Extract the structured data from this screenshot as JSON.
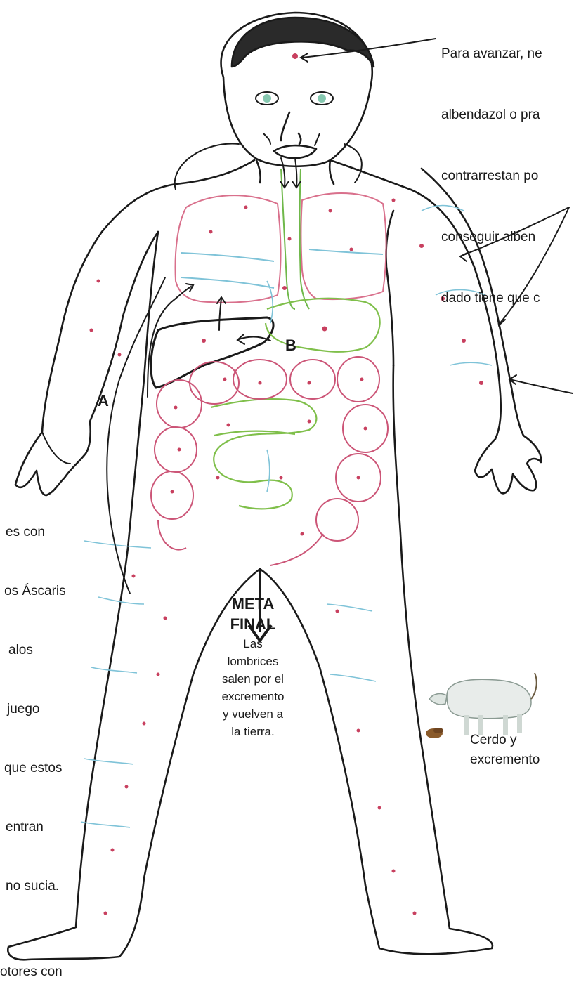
{
  "top_note": {
    "lines": [
      "Para avanzar, ne",
      "albendazol o pra",
      "contrarrestan po",
      "conseguir alben",
      "dado tiene que c"
    ]
  },
  "left_note": {
    "lines": [
      "es con",
      "os Áscaris",
      "alos",
      "juego",
      "que estos",
      "entran",
      "no sucia."
    ]
  },
  "bottom_note": {
    "text": "otores con"
  },
  "labels": {
    "a": "A",
    "b": "B"
  },
  "meta": {
    "title_line1": "META",
    "title_line2": "FINAL",
    "desc_lines": [
      "Las",
      "lombrices",
      "salen por el",
      "excremento",
      "y vuelven a",
      "la tierra."
    ]
  },
  "pig": {
    "caption_line1": "Cerdo y",
    "caption_line2": "excremento"
  },
  "colors": {
    "ink": "#1a1a1a",
    "lungs": "#d9708c",
    "intestine_large": "#cc5577",
    "intestine_small": "#7fbf4a",
    "trachea": "#6fb84a",
    "veins": "#7fc3d8",
    "dots": "#c8405f",
    "eyes": "#86c8b0"
  }
}
